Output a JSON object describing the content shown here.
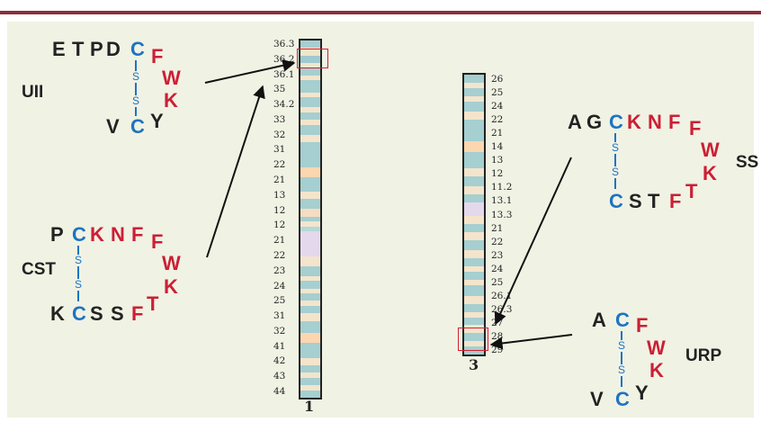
{
  "colors": {
    "accent_bar": "#8b2d3c",
    "panel_bg": "#f0f2e4",
    "red_residue": "#cc1f35",
    "blue_cys": "#1d74c2",
    "highlight": "#d4202c"
  },
  "peptides": {
    "uii": {
      "name": "UII",
      "tail": [
        "E",
        "T",
        "P",
        "D"
      ],
      "c1": "C",
      "c2": "C",
      "ring": [
        "F",
        "W",
        "K"
      ],
      "end": [
        "V"
      ],
      "y": "Y",
      "bond": "S"
    },
    "cst": {
      "name": "CST",
      "p": "P",
      "c1": "C",
      "top": [
        "K",
        "N",
        "F"
      ],
      "ring": [
        "F",
        "W",
        "K",
        "T",
        "F"
      ],
      "bottom": [
        "S",
        "S"
      ],
      "k": "K",
      "c2": "C",
      "bond": "S"
    },
    "ss": {
      "name": "SS",
      "lead": [
        "A",
        "G"
      ],
      "c1": "C",
      "top": [
        "K",
        "N",
        "F"
      ],
      "ring": [
        "F",
        "W",
        "K",
        "T",
        "F"
      ],
      "bottom": [
        "S",
        "T"
      ],
      "c2": "C",
      "bond": "S"
    },
    "urp": {
      "name": "URP",
      "a": "A",
      "c1": "C",
      "ring": [
        "F",
        "W",
        "K"
      ],
      "v": "V",
      "c2": "C",
      "y": "Y",
      "bond": "S"
    }
  },
  "chromosomes": [
    {
      "number": "1",
      "bands": [
        "36.3",
        "36.2",
        "36.1",
        "35",
        "34.2",
        "33",
        "32",
        "31",
        "22",
        "21",
        "13",
        "12",
        "12",
        "21",
        "22",
        "23",
        "24",
        "25",
        "31",
        "32",
        "41",
        "42",
        "43",
        "44"
      ],
      "pattern": [
        [
          "#a5cfd0",
          3
        ],
        [
          "#f4e4cc",
          3
        ],
        [
          "#9fcad0",
          3
        ],
        [
          "#f4e4cc",
          2
        ],
        [
          "#a5cfd0",
          3
        ],
        [
          "#f4e4cc",
          2
        ],
        [
          "#a5cfd0",
          5
        ],
        [
          "#f4e4cc",
          2
        ],
        [
          "#a5cfd0",
          4
        ],
        [
          "#f4e4cc",
          2
        ],
        [
          "#a5cfd0",
          3
        ],
        [
          "#f4e4cc",
          2
        ],
        [
          "#a5cfd0",
          4
        ],
        [
          "#f4e4cc",
          3
        ],
        [
          "#a5cfd0",
          10
        ],
        [
          "#fbd6b0",
          4
        ],
        [
          "#a5cfd0",
          6
        ],
        [
          "#f4e4cc",
          3
        ],
        [
          "#a5cfd0",
          4
        ],
        [
          "#f6dcc0",
          3
        ],
        [
          "#a5cfd0",
          2
        ],
        [
          "#f4e4cc",
          2
        ],
        [
          "#b4d8d8",
          2
        ],
        [
          "#e4d8ec",
          10
        ],
        [
          "#f4e4cc",
          4
        ],
        [
          "#a5cfd0",
          4
        ],
        [
          "#f4e4cc",
          2
        ],
        [
          "#a5cfd0",
          3
        ],
        [
          "#f4e4cc",
          2
        ],
        [
          "#a5cfd0",
          3
        ],
        [
          "#f4e4cc",
          2
        ],
        [
          "#a5cfd0",
          3
        ],
        [
          "#f4e4cc",
          3
        ],
        [
          "#a5cfd0",
          5
        ],
        [
          "#fbd6b0",
          4
        ],
        [
          "#a5cfd0",
          6
        ],
        [
          "#f4e4cc",
          3
        ],
        [
          "#a5cfd0",
          3
        ],
        [
          "#f4e4cc",
          2
        ],
        [
          "#a5cfd0",
          3
        ],
        [
          "#f4e4cc",
          2
        ],
        [
          "#a5cfd0",
          3
        ]
      ]
    },
    {
      "number": "3",
      "bands": [
        "26",
        "25",
        "24",
        "22",
        "21",
        "14",
        "13",
        "12",
        "11.2",
        "13.1",
        "13.3",
        "21",
        "22",
        "23",
        "24",
        "25",
        "26.1",
        "26.3",
        "27",
        "28",
        "29"
      ],
      "pattern": [
        [
          "#a5cfd0",
          3
        ],
        [
          "#f4e4cc",
          2
        ],
        [
          "#a5cfd0",
          3
        ],
        [
          "#f4e4cc",
          2
        ],
        [
          "#a5cfd0",
          4
        ],
        [
          "#f4e4cc",
          3
        ],
        [
          "#a5cfd0",
          8
        ],
        [
          "#fbd6b0",
          4
        ],
        [
          "#a5cfd0",
          6
        ],
        [
          "#f4e4cc",
          3
        ],
        [
          "#a5cfd0",
          4
        ],
        [
          "#f4e4cc",
          3
        ],
        [
          "#a5cfd0",
          3
        ],
        [
          "#e4d8ec",
          5
        ],
        [
          "#f4e4cc",
          3
        ],
        [
          "#a5cfd0",
          3
        ],
        [
          "#f4e4cc",
          3
        ],
        [
          "#a5cfd0",
          4
        ],
        [
          "#f4e4cc",
          3
        ],
        [
          "#a5cfd0",
          3
        ],
        [
          "#f4e4cc",
          2
        ],
        [
          "#a5cfd0",
          3
        ],
        [
          "#f4e4cc",
          2
        ],
        [
          "#a5cfd0",
          4
        ],
        [
          "#f4e4cc",
          3
        ],
        [
          "#a5cfd0",
          3
        ],
        [
          "#f4e4cc",
          2
        ],
        [
          "#a5cfd0",
          3
        ],
        [
          "#f4e4cc",
          3
        ],
        [
          "#a5cfd0",
          3
        ],
        [
          "#f4e4cc",
          2
        ],
        [
          "#a5cfd0",
          3
        ]
      ]
    }
  ]
}
